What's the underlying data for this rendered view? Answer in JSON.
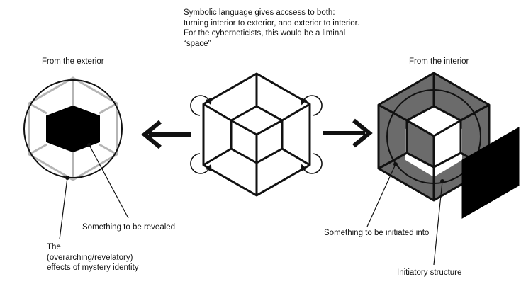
{
  "caption": {
    "symbolic_language": "Symbolic language gives accsess to both: turning interior to exterior, and exterior to interior. For the cyberneticists, this would be a liminal “space”"
  },
  "panels": {
    "exterior": {
      "title": "From the exterior",
      "revealed_label": "Something to be revealed",
      "effects_label": "The (overarching/revelatory) effects of mystery identity"
    },
    "interior": {
      "title": "From the interior",
      "initiated_label": "Something to be initiated into",
      "structure_label": "Initiatory structure"
    }
  },
  "colors": {
    "ink": "#111111",
    "light_outline": "#b5b5b5",
    "shaded_face": "#6b6b6b",
    "solid_fill": "#000000",
    "background": "#ffffff"
  },
  "icons": {
    "rotation_marks": "circular-arrow-icon",
    "transition_arrows": "arrow-icon"
  }
}
